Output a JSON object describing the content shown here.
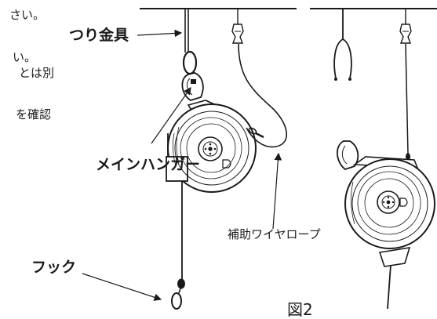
{
  "figure": {
    "fragments": [
      "さい。",
      "い。",
      "とは別",
      "を確認"
    ],
    "labels": {
      "hanger_fitting": "つり金具",
      "main_hanger": "メインハンガー",
      "hook": "フック",
      "aux_wire_rope": "補助ワイヤロープ"
    },
    "caption": "図2"
  },
  "colors": {
    "line": "#1a1a1a",
    "background": "#ffffff"
  }
}
